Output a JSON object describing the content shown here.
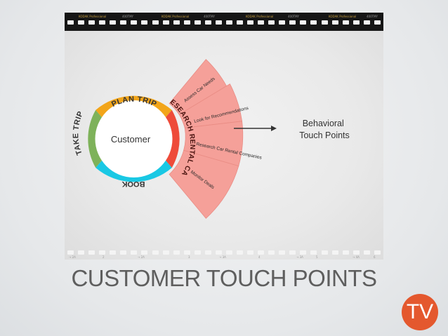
{
  "slide": {
    "title": "CUSTOMER TOUCH POINTS",
    "badge": "TV"
  },
  "film_strip": {
    "top_labels": [
      "KODAK Professional",
      "400TMY",
      "KODAK Professional",
      "400TMY",
      "KODAK Professional",
      "400TMY",
      "KODAK Professional",
      "400TMY"
    ],
    "bottom_labels": [
      "→ 2A",
      "2",
      "→ 2A",
      "3",
      "→ 3A",
      "4",
      "→ 3A",
      "5",
      "→ 4A",
      "6"
    ]
  },
  "diagram": {
    "center_label": "Customer",
    "ring_segments": [
      {
        "label": "PLAN TRIP",
        "color": "#f2a51a"
      },
      {
        "label": "RESEARCH RENTAL CAR",
        "color": "#ee4b3a"
      },
      {
        "label": "BOOK",
        "color": "#19c8e4"
      },
      {
        "label": "TAKE TRIP",
        "color": "#7eb25a"
      }
    ],
    "fan_items": [
      "Assess Car Needs",
      "Look for Recommendations",
      "Research Car Rental Companies",
      "Monitor Deals"
    ],
    "fan_color": "#f5a099",
    "arrow_target": "Behavioral Touch Points"
  },
  "colors": {
    "badge": "#e4582e",
    "title": "#5e5e5e"
  }
}
